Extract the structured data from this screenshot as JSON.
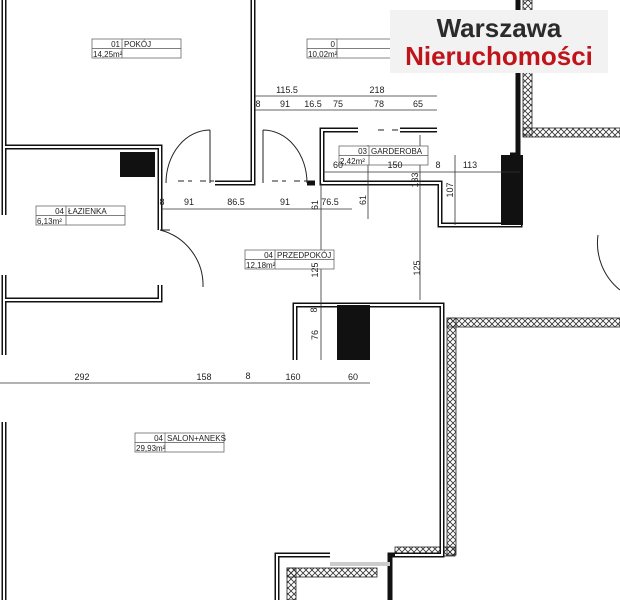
{
  "logo": {
    "line1": "Warszawa",
    "line2": "Nieruchomości",
    "color_line1": "#2b2b2b",
    "color_line2": "#c0141b"
  },
  "rooms": [
    {
      "num": "01",
      "name": "POKÓJ",
      "area": "14,25m²"
    },
    {
      "num": "0",
      "name": "",
      "area": "10,02m²"
    },
    {
      "num": "03",
      "name": "GARDEROBA",
      "area": "2,42m²"
    },
    {
      "num": "04",
      "name": "ŁAZIENKA",
      "area": "6,13m²"
    },
    {
      "num": "04",
      "name": "PRZEDPOKÓJ",
      "area": "12,18m²"
    },
    {
      "num": "04",
      "name": "SALON+ANEKS",
      "area": "29,93m²"
    }
  ],
  "dims": [
    "115.5",
    "218",
    "8",
    "91",
    "16.5",
    "75",
    "78",
    "65",
    "60",
    "150",
    "8",
    "113",
    "8",
    "91",
    "86.5",
    "91",
    "61",
    "76.5",
    "61",
    "133",
    "107",
    "125",
    "125",
    "8",
    "76",
    "292",
    "158",
    "8",
    "160",
    "60"
  ]
}
